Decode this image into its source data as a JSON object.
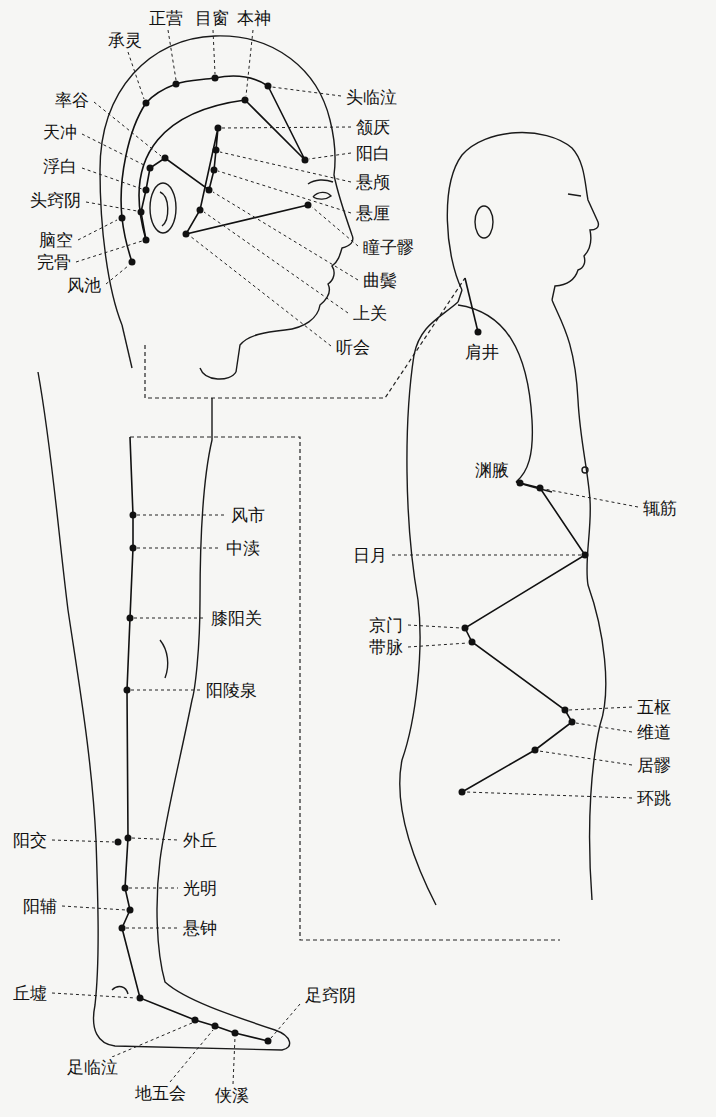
{
  "diagram": {
    "labels": [
      "正营",
      "目窗",
      "本神",
      "承灵",
      "头临泣",
      "率谷",
      "颔厌",
      "天冲",
      "阳白",
      "浮白",
      "悬颅",
      "头窍阴",
      "悬厘",
      "脑空",
      "瞳子髎",
      "完骨",
      "曲鬓",
      "风池",
      "上关",
      "听会",
      "肩井",
      "渊腋",
      "辄筋",
      "日月",
      "京门",
      "带脉",
      "五枢",
      "维道",
      "居髎",
      "环跳",
      "风市",
      "中渎",
      "膝阳关",
      "阳陵泉",
      "阳交",
      "外丘",
      "光明",
      "阳辅",
      "悬钟",
      "丘墟",
      "足窍阴",
      "足临泣",
      "地五会",
      "侠溪"
    ]
  }
}
